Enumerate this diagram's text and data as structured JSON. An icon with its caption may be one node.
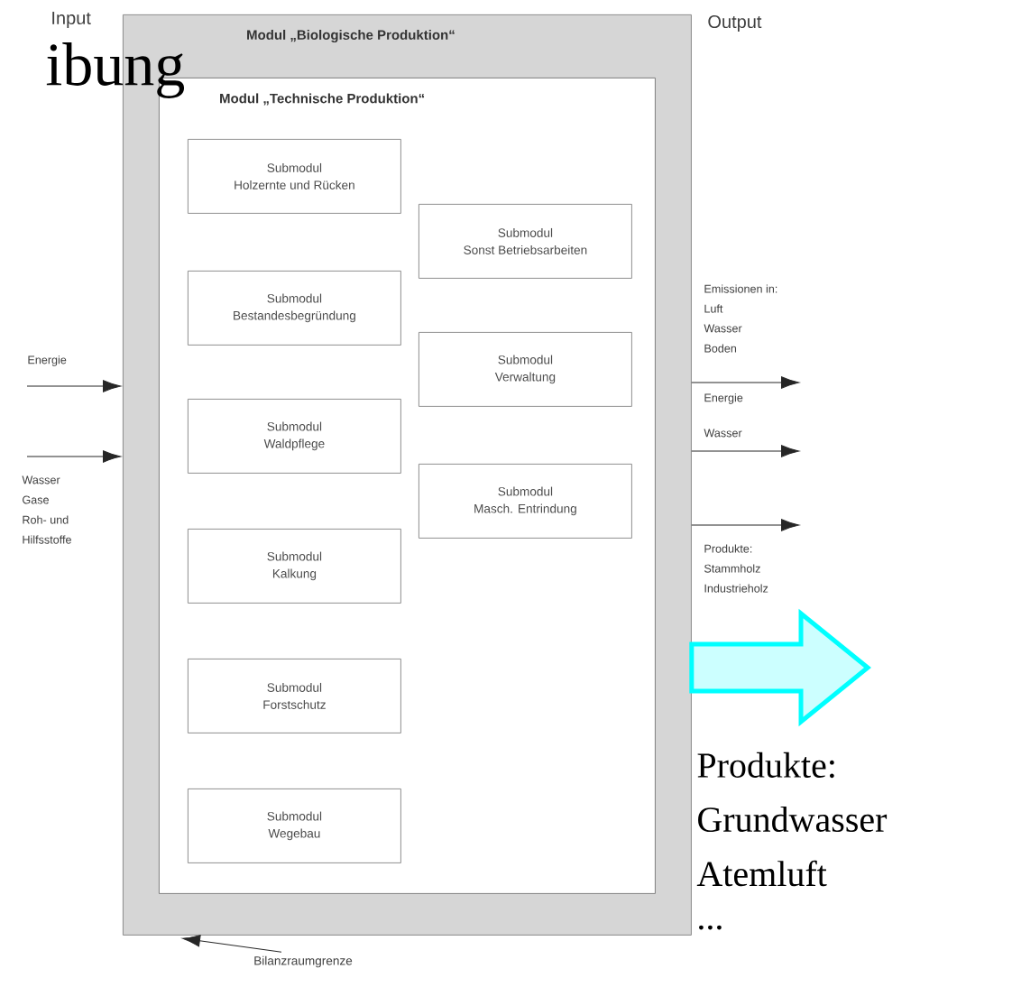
{
  "diagram": {
    "nodes": [
      {
        "text": [
          "Modul „Biologische Produktion“"
        ]
      },
      {
        "text": [
          "Modul „Technische Produktion“"
        ],
        "in": 0
      },
      {
        "text": [
          "Submodul",
          "Holzernte und Rücken"
        ],
        "in": 1
      },
      {
        "text": [
          "Submodul",
          "Sonst Betriebsarbeiten"
        ],
        "in": 1
      },
      {
        "text": [
          "Submodul",
          "Bestandesbegründung"
        ],
        "in": 1
      },
      {
        "text": [
          "Submodul",
          "Verwaltung"
        ],
        "in": 1
      },
      {
        "text": [
          "Submodul",
          "Waldpflege"
        ],
        "in": 1
      },
      {
        "text": [
          "Submodul",
          "Masch. Entrindung"
        ],
        "in": 1
      },
      {
        "text": [
          "Submodul",
          "Kalkung"
        ],
        "in": 1
      },
      {
        "text": [
          "Submodul",
          "Forstschutz"
        ],
        "in": 1
      },
      {
        "text": [
          "Submodul",
          "Wegebau"
        ],
        "in": 1
      },
      {
        "text": [
          "Bilanzraumgrenze"
        ]
      }
    ],
    "edges": [
      {
        "from": null,
        "to": 0,
        "arrow": "to"
      },
      {
        "from": null,
        "to": 0,
        "arrow": "to"
      },
      {
        "from": 0,
        "to": null,
        "arrow": "to"
      },
      {
        "from": 0,
        "to": null,
        "arrow": "to"
      },
      {
        "from": 0,
        "to": null,
        "arrow": "to"
      },
      {
        "from": 0,
        "to": null,
        "arrow": "to",
        "style": "thick",
        "color": "#00ffff"
      },
      {
        "from": 11,
        "to": 0,
        "arrow": "to"
      }
    ],
    "labels": [
      "Input",
      "ibung",
      "Output",
      "Energie",
      "Wasser",
      "Gase",
      "Roh- und",
      "Hilfsstoffe",
      "Emissionen in:",
      "Luft",
      "Wasser",
      "Boden",
      "Energie",
      "Wasser",
      "Produkte:",
      "Stammholz",
      "Industrieholz",
      "Produkte:",
      "Grundwasser",
      "Atemluft",
      "..."
    ]
  }
}
